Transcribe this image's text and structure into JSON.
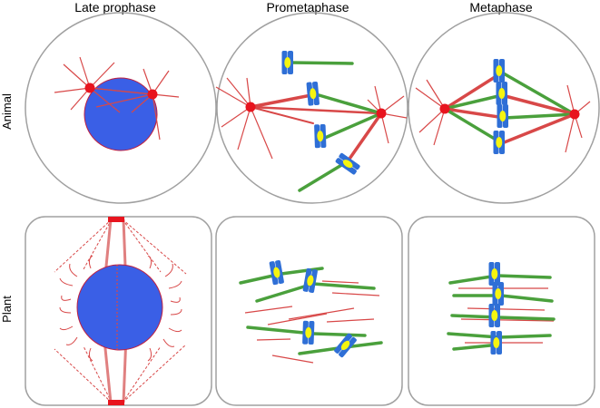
{
  "columns": [
    "Late prophase",
    "Prometaphase",
    "Metaphase"
  ],
  "rows": [
    "Animal",
    "Plant"
  ],
  "colors": {
    "outline": "#a0a0a0",
    "nucleus": "#3a5fe6",
    "nucleus_edge": "#c02040",
    "centrosome": "#e8141e",
    "microtubule": "#d84848",
    "kinetochore_mt": "#4aa03c",
    "chromosome": "#2f6fd6",
    "kinetochore": "#f5f510"
  }
}
